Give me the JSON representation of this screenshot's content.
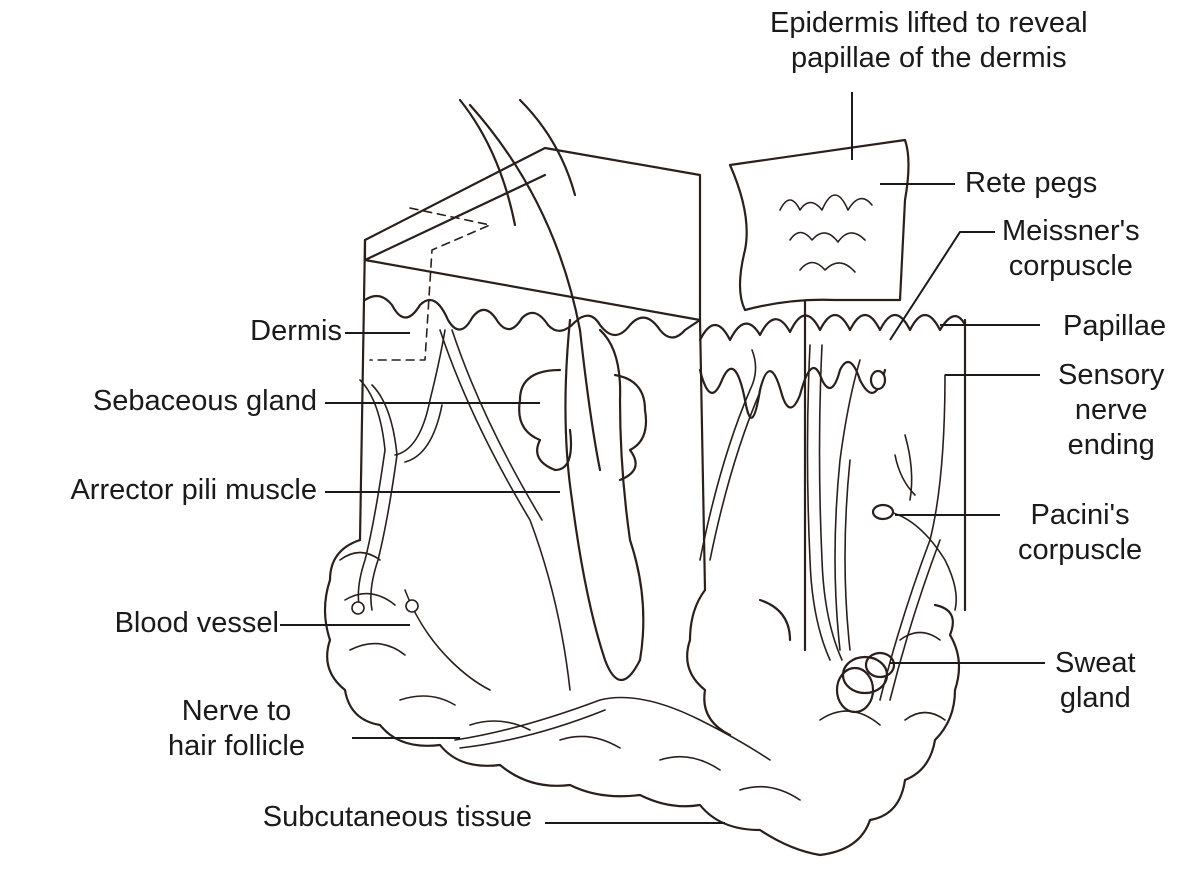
{
  "labels": {
    "epidermis_lifted": [
      "Epidermis lifted to reveal",
      "papillae of the dermis"
    ],
    "rete_pegs": "Rete pegs",
    "meissners": [
      "Meissner's",
      "corpuscle"
    ],
    "papillae": "Papillae",
    "sensory": [
      "Sensory",
      "nerve",
      "ending"
    ],
    "pacinis": [
      "Pacini's",
      "corpuscle"
    ],
    "sweat_gland": [
      "Sweat",
      "gland"
    ],
    "dermis": "Dermis",
    "sebaceous": "Sebaceous gland",
    "arrector": "Arrector pili muscle",
    "blood_vessel": "Blood vessel",
    "nerve_follicle": [
      "Nerve to",
      "hair follicle"
    ],
    "subcutaneous": "Subcutaneous tissue"
  }
}
